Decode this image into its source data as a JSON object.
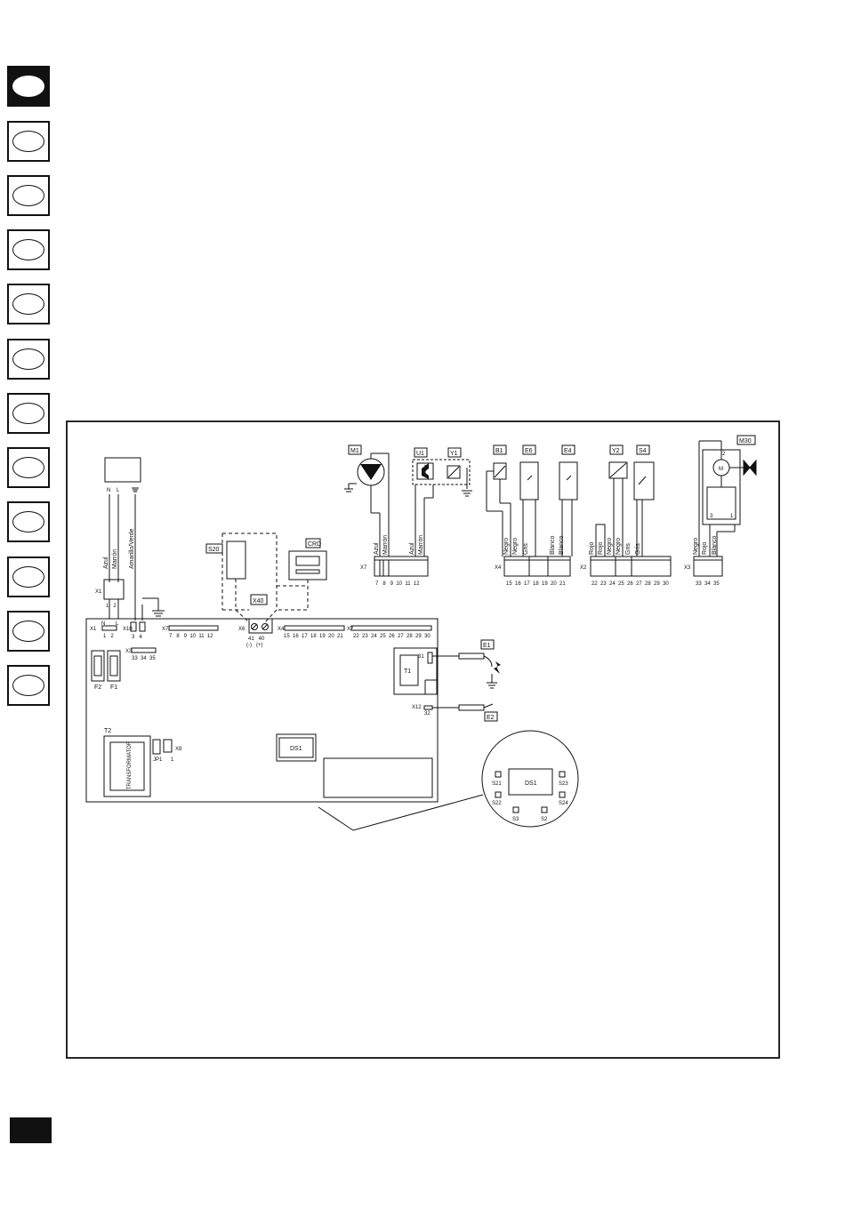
{
  "tabs": [
    {
      "active": true
    },
    {
      "active": false
    },
    {
      "active": false
    },
    {
      "active": false
    },
    {
      "active": false
    },
    {
      "active": false
    },
    {
      "active": false
    },
    {
      "active": false
    },
    {
      "active": false
    },
    {
      "active": false
    },
    {
      "active": false
    },
    {
      "active": false
    }
  ],
  "components": {
    "M1": "M1",
    "U1": "U1",
    "Y1": "Y1",
    "B1": "B1",
    "E6": "E6",
    "E4": "E4",
    "Y2": "Y2",
    "S4": "S4",
    "M30": "M30",
    "S20": "S20",
    "CRD": "CRD",
    "X40": "X40",
    "E1": "E1",
    "E2": "E2",
    "T1": "T1",
    "T2": "T2",
    "DS1": "DS1",
    "JP1": "JP1",
    "F1": "F1",
    "F2": "F2",
    "motor": "M",
    "transformer_text": "TRANSFORMATOR",
    "m30_pin2": "2",
    "m30_pin3": "3",
    "m30_pin1": "1"
  },
  "supply": {
    "N": "N",
    "L": "L"
  },
  "wires": {
    "azul": "Azul",
    "marron": "Marrón",
    "amarillo_verde": "Amarillo/Verde",
    "negro": "Negro",
    "gris": "Gris",
    "blanco": "Blanco",
    "rojo": "Rojo"
  },
  "connectors": {
    "X1": "X1",
    "X10": "X10",
    "X7": "X7",
    "X6": "X6",
    "X4": "X4",
    "X2": "X2",
    "X3": "X3",
    "X8": "X8",
    "X12": "X12",
    "x1_pins": "1   2",
    "x10_pins": "3   4",
    "x7_pins": "7   8   9  10  11  12",
    "x6_pins": "41   40",
    "x6_polarity": "(-)   (+)",
    "x4_pins": "15  16  17  18  19  20  21",
    "x2_pins": "22  23  24  25  26  27  28  29  30",
    "x3_pins": "33  34  35",
    "pin31": "31",
    "pin32": "32",
    "pin1": "1"
  },
  "switches": {
    "S21": "S21",
    "S22": "S22",
    "S23": "S23",
    "S24": "S24",
    "S3": "S3",
    "S2": "S2"
  }
}
